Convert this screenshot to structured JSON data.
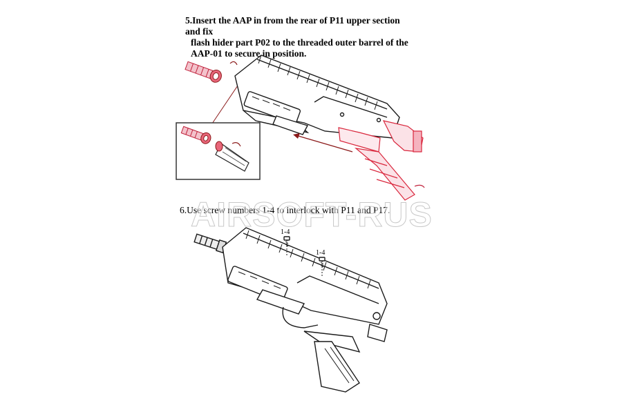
{
  "step5": {
    "line1": "5.Insert the AAP in from the rear of P11 upper section and fix",
    "line2": "flash hider part P02 to the threaded outer barrel of the",
    "line3": "AAP-01 to secure in position."
  },
  "step6": {
    "line1": "6.Use screw numbers 1-4 to interlock with P11 and P17."
  },
  "screws": {
    "label_a": "1-4",
    "label_b": "1-4"
  },
  "watermark": {
    "text": "AIRSOFT-RUS"
  },
  "colors": {
    "line": "#1a1a1a",
    "accent": "#d9263c",
    "accent_light": "#f2a7b4",
    "arrow": "#8b1a1a"
  }
}
